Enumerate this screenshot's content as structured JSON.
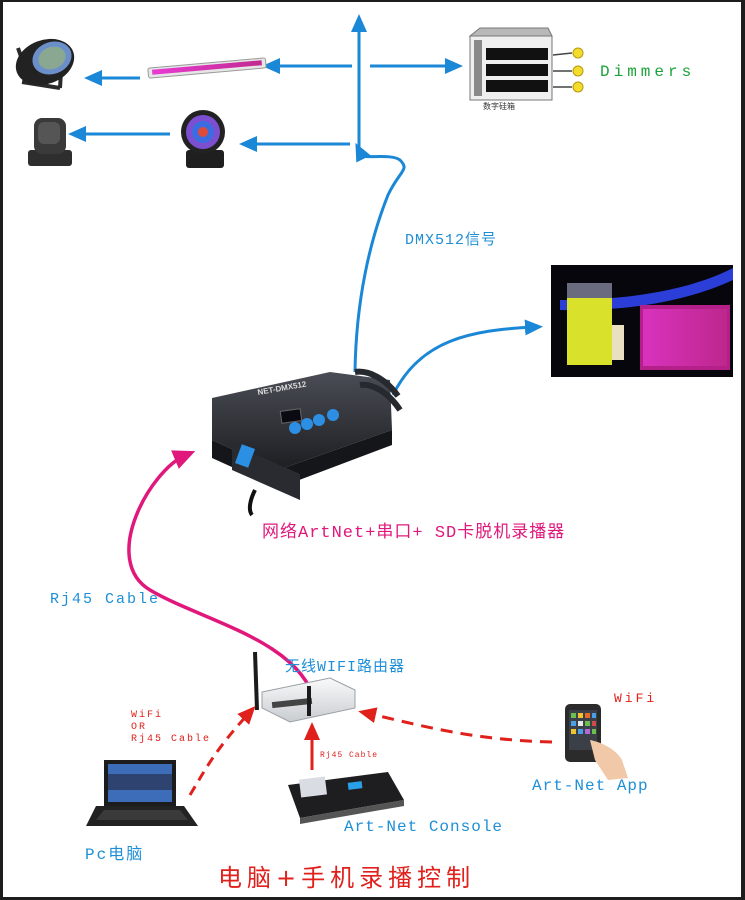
{
  "title_bottom": "电脑+手机录播控制",
  "colors": {
    "dmx_arrow": "#1a87d7",
    "rj45_cable": "#e0187c",
    "wifi_dashed": "#e0201b",
    "label_blue": "#1e8fd6",
    "label_pink": "#e0187c",
    "label_red": "#e0201b",
    "label_green": "#1aa33a"
  },
  "labels": {
    "dimmers": "Dimmers",
    "dimmer_box_caption": "数字硅箱",
    "dmx_signal": "DMX512信号",
    "controller": "网络ArtNet+串口+ SD卡脱机录播器",
    "controller_model": "NET-DMX512",
    "rj45_cable": "Rj45 Cable",
    "router": "无线WIFI路由器",
    "pc_link_line1": "WiFi",
    "pc_link_line2": "OR",
    "pc_link_line3": "Rj45 Cable",
    "console_link": "Rj45 Cable",
    "app_link": "WiFi",
    "art_net_app": "Art-Net App",
    "art_net_console": "Art-Net Console",
    "pc": "Pc电脑"
  },
  "devices": [
    {
      "id": "par-can",
      "icon": "par-light-icon"
    },
    {
      "id": "wall-washer",
      "icon": "led-bar-icon"
    },
    {
      "id": "moving-head",
      "icon": "moving-head-icon"
    },
    {
      "id": "led-moving-wash",
      "icon": "led-wash-icon"
    },
    {
      "id": "dimmer-rack",
      "icon": "dimmer-rack-icon"
    },
    {
      "id": "led-wall-scene",
      "icon": "led-stage-scene-image"
    },
    {
      "id": "net-dmx512",
      "icon": "dmx-controller-icon"
    },
    {
      "id": "wifi-router",
      "icon": "router-icon"
    },
    {
      "id": "laptop",
      "icon": "laptop-icon"
    },
    {
      "id": "lighting-console",
      "icon": "lighting-console-icon"
    },
    {
      "id": "smartphone",
      "icon": "smartphone-icon"
    }
  ]
}
